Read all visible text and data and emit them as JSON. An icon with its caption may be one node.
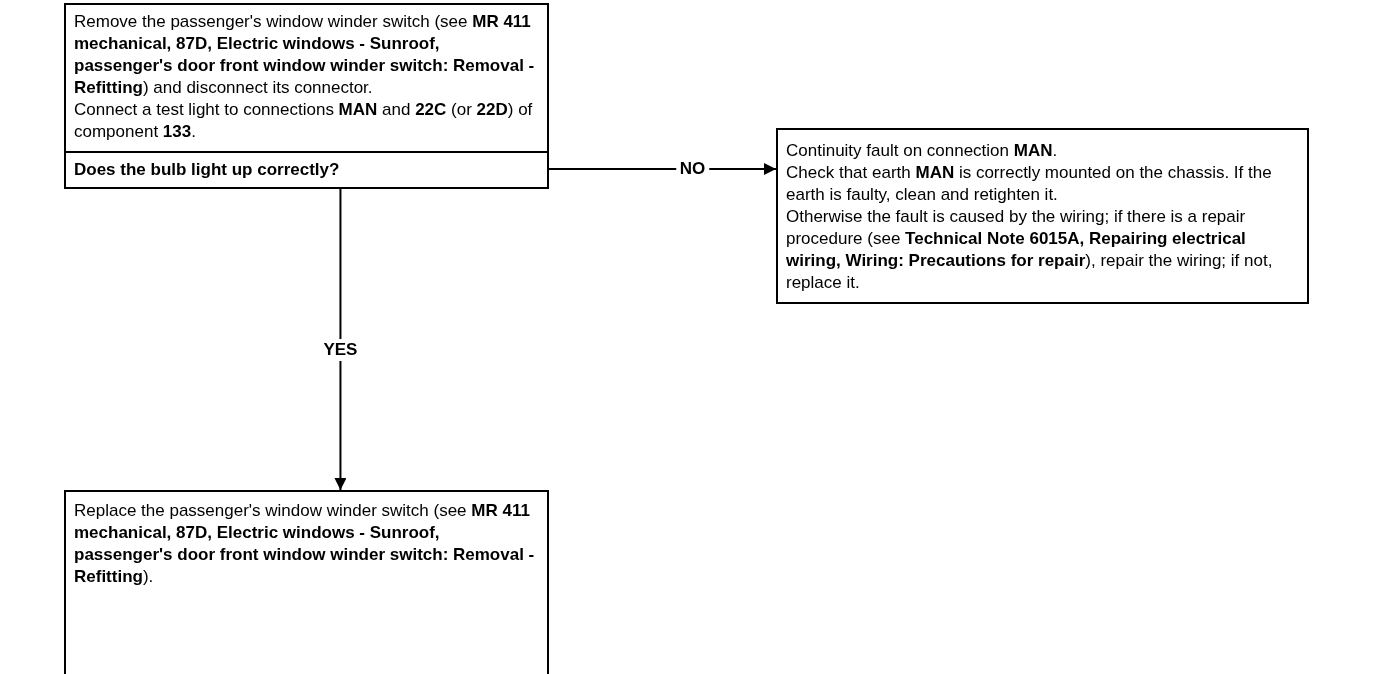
{
  "diagram": {
    "nodes": [
      {
        "text": [
          "Remove the passenger's window winder switch (see **MR 411 mechanical, 87D, Electric windows - Sunroof, passenger's door front window winder switch: Removal -Refitting**) and disconnect its connector.",
          "Connect a test light to connections **MAN** and **22C** (or **22D**) of component **133**.",
          "Does the bulb light up correctly?"
        ]
      },
      {
        "text": [
          "Continuity fault on connection **MAN**.",
          "Check that earth **MAN** is correctly mounted on the chassis. If the earth is faulty, clean and retighten it.",
          "Otherwise the fault is caused by the wiring; if there is a repair procedure (see **Technical Note 6015A, Repairing electrical wiring, Wiring: Precautions for repair**), repair the wiring; if not, replace it."
        ]
      },
      {
        "text": [
          "Replace the passenger's window winder switch (see **MR 411 mechanical, 87D, Electric windows - Sunroof, passenger's door front window winder switch: Removal - Refitting**)."
        ]
      }
    ],
    "edges": [
      {
        "from": 0,
        "to": 1,
        "arrow": "to",
        "label": "NO"
      },
      {
        "from": 0,
        "to": 2,
        "arrow": "to",
        "label": "YES"
      }
    ]
  }
}
